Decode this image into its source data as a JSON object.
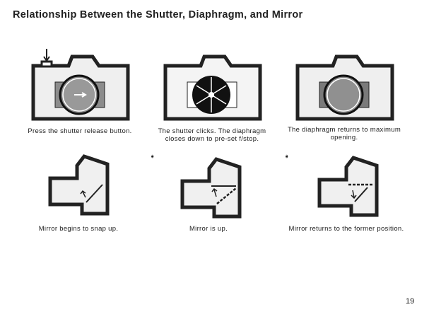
{
  "title": "Relationship Between the Shutter, Diaphragm, and Mirror",
  "steps": [
    {
      "camera_caption": "Press the shutter release button.",
      "mirror_caption": "Mirror begins to snap up."
    },
    {
      "camera_caption": "The shutter clicks. The diaphragm closes down to pre-set f/stop.",
      "mirror_caption": "Mirror is up."
    },
    {
      "camera_caption": "The diaphragm returns to maximum opening.",
      "mirror_caption": "Mirror returns to the former position."
    }
  ],
  "step_arrow_icon": "right-arrow-icon",
  "step_arrow": "➧",
  "page_number": "19"
}
